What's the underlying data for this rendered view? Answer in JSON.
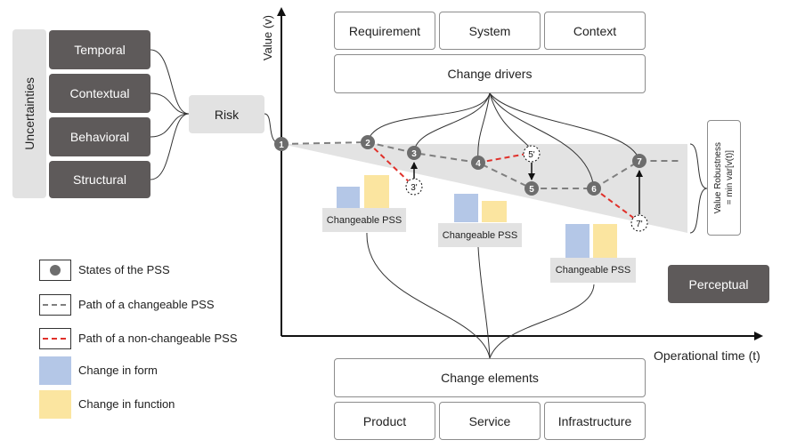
{
  "uncertainties": {
    "title": "Uncertainties",
    "items": [
      "Temporal",
      "Contextual",
      "Behavioral",
      "Structural"
    ],
    "risk": "Risk"
  },
  "axes": {
    "y_label": "Value (v)",
    "x_label": "Operational time (t)"
  },
  "drivers": {
    "items": [
      "Requirement",
      "System",
      "Context"
    ],
    "title": "Change drivers"
  },
  "elements": {
    "title": "Change elements",
    "items": [
      "Product",
      "Service",
      "Infrastructure"
    ]
  },
  "states": [
    "1",
    "2",
    "3",
    "3'",
    "4",
    "5'",
    "5",
    "6",
    "7",
    "7'"
  ],
  "pss_label": "Changeable PSS",
  "robustness": {
    "line1": "Value Robustness",
    "line2": "= min var[v(t)]"
  },
  "perceptual": "Perceptual",
  "legend": {
    "states": "States of the PSS",
    "changeable": "Path of a changeable PSS",
    "nonchangeable": "Path of a non-changeable PSS",
    "form": "Change in form",
    "function": "Change in function"
  },
  "colors": {
    "dark_box": "#5e5a5a",
    "light_box": "#e2e2e2",
    "form": "#b4c7e7",
    "function": "#fbe5a0",
    "changeable_path": "#7f7f7f",
    "nonchangeable_path": "#e0302a"
  }
}
